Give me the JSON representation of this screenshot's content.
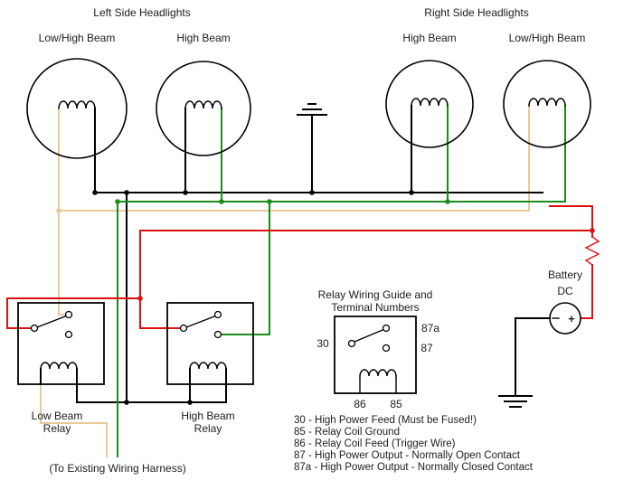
{
  "titles": {
    "left": "Left Side Headlights",
    "right": "Right Side Headlights"
  },
  "headlights": [
    {
      "label": "Low/High Beam"
    },
    {
      "label": "High Beam"
    },
    {
      "label": "High Beam"
    },
    {
      "label": "Low/High Beam"
    }
  ],
  "relays": {
    "low": {
      "line1": "Low Beam",
      "line2": "Relay"
    },
    "high": {
      "line1": "High Beam",
      "line2": "Relay"
    }
  },
  "battery": {
    "name": "Battery",
    "type": "DC",
    "plus": "+"
  },
  "guide": {
    "title1": "Relay Wiring Guide and",
    "title2": "Terminal Numbers",
    "t30": "30",
    "t87a": "87a",
    "t87": "87",
    "t86": "86",
    "t85": "85"
  },
  "legend": [
    "30 - High Power Feed (Must be Fused!)",
    "85 - Relay Coil Ground",
    "86 - Relay Coil Feed (Trigger Wire)",
    "87 - High Power Output - Normally Open Contact",
    "87a - High Power Output - Normally Closed Contact"
  ],
  "harness_note": "(To Existing Wiring Harness)",
  "colors": {
    "wire_ground": "#000000",
    "wire_high_beam": "#1a8c1a",
    "wire_power": "#dd1111",
    "wire_low_beam": "#e8c99a"
  }
}
